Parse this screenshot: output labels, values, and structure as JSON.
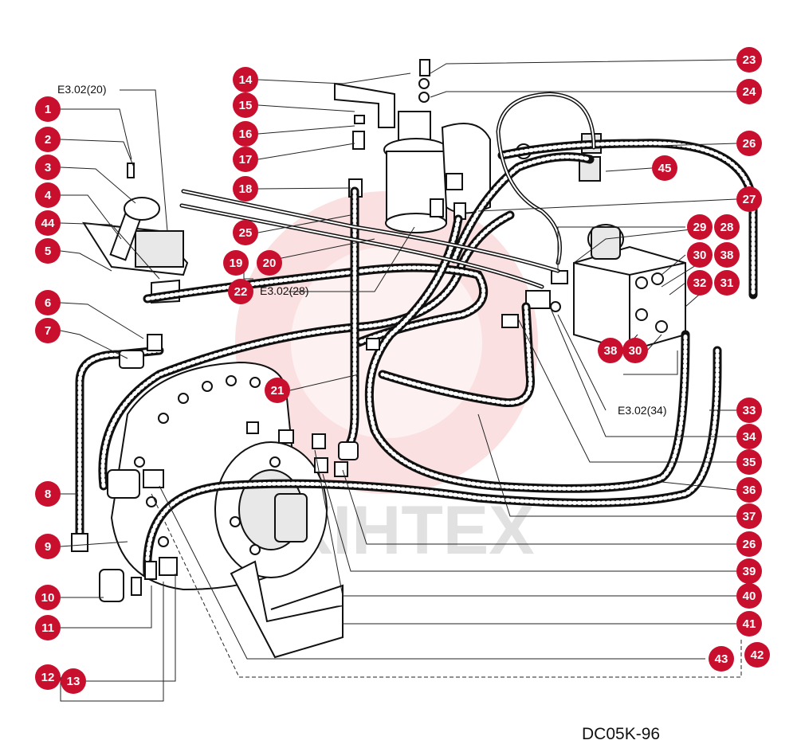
{
  "diagram": {
    "references": {
      "e3_02_20": "E3.02(20)",
      "e3_02_28": "E3.02(28)",
      "e3_02_34": "E3.02(34)"
    },
    "drawing_code": "DC05K-96",
    "watermark_text": "XIHTEX",
    "callout_color": "#c8102e",
    "callouts": {
      "c1": "1",
      "c2": "2",
      "c3": "3",
      "c4": "4",
      "c44": "44",
      "c5": "5",
      "c6": "6",
      "c7": "7",
      "c8": "8",
      "c9": "9",
      "c10": "10",
      "c11": "11",
      "c12": "12",
      "c13": "13",
      "c14": "14",
      "c15": "15",
      "c16": "16",
      "c17": "17",
      "c18": "18",
      "c25": "25",
      "c19": "19",
      "c20": "20",
      "c22": "22",
      "c21": "21",
      "c23": "23",
      "c24": "24",
      "c26a": "26",
      "c45": "45",
      "c27": "27",
      "c29": "29",
      "c28": "28",
      "c30a": "30",
      "c38a": "38",
      "c32": "32",
      "c31": "31",
      "c38b": "38",
      "c30b": "30",
      "c33": "33",
      "c34": "34",
      "c35": "35",
      "c36": "36",
      "c37": "37",
      "c26b": "26",
      "c39": "39",
      "c40": "40",
      "c41": "41",
      "c43": "43",
      "c42": "42"
    }
  }
}
